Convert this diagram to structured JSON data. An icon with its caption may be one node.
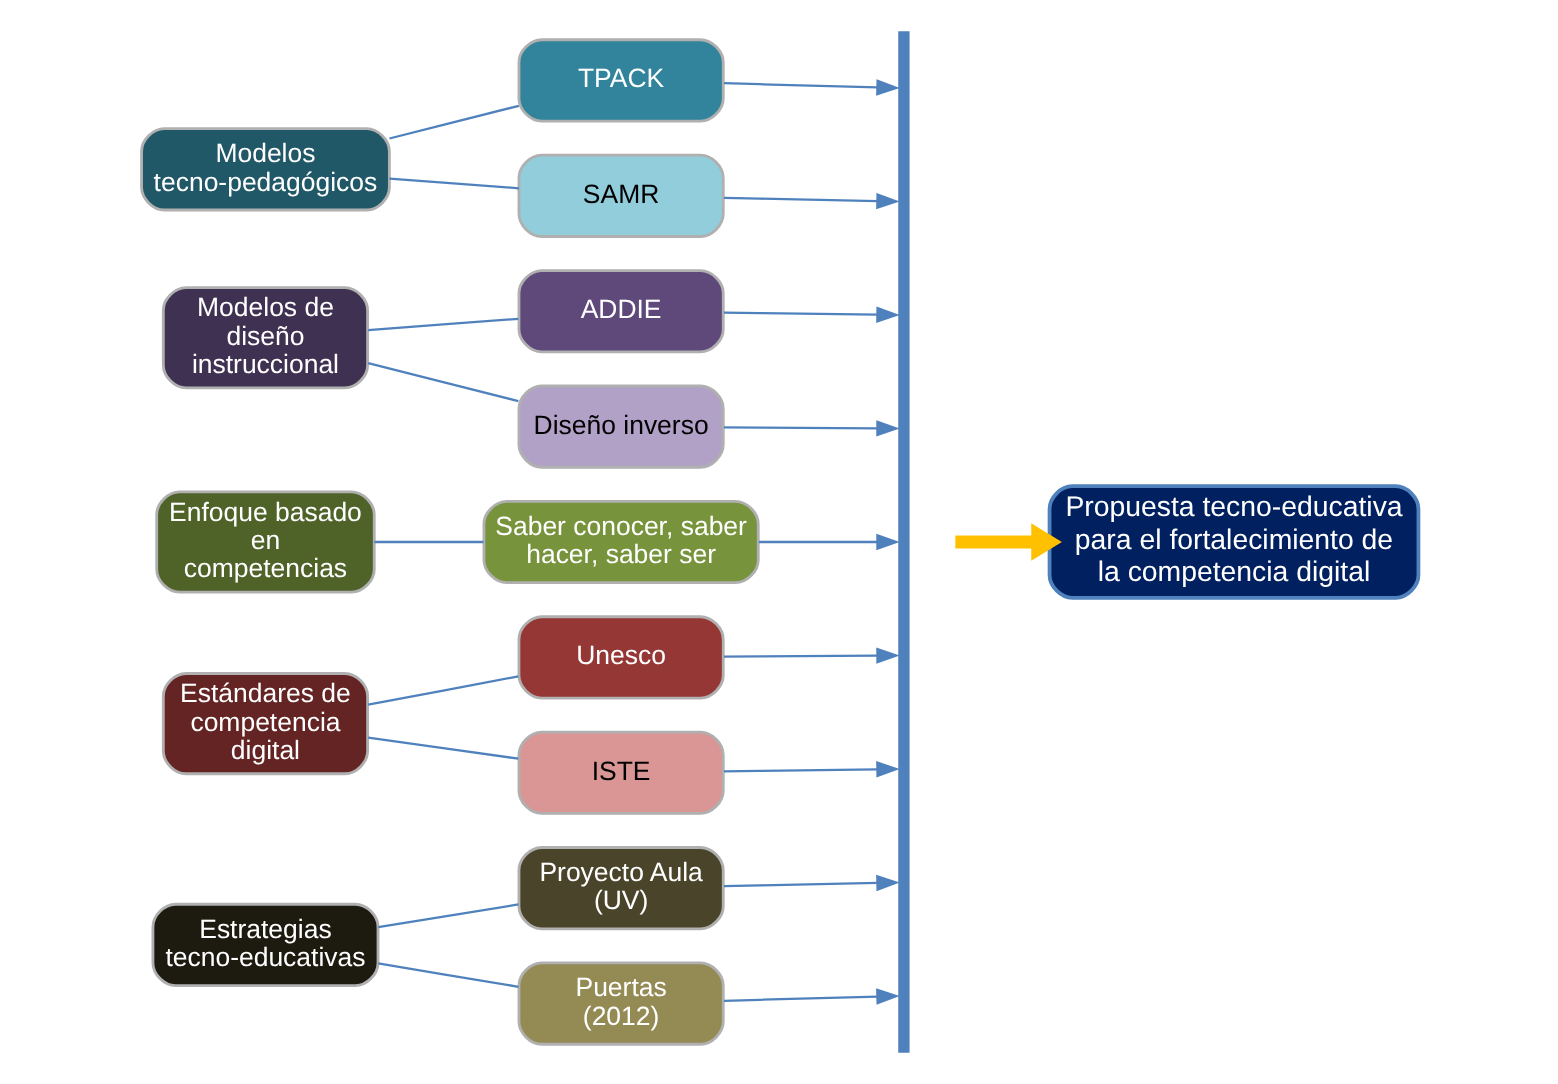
{
  "diagram": {
    "nodes": [
      {
        "text": [
          "Modelos tecno-pedagógicos"
        ]
      },
      {
        "text": [
          "TPACK"
        ]
      },
      {
        "text": [
          "SAMR"
        ]
      },
      {
        "text": [
          "Modelos de diseño instruccional"
        ]
      },
      {
        "text": [
          "ADDIE"
        ]
      },
      {
        "text": [
          "Diseño inverso"
        ]
      },
      {
        "text": [
          "Enfoque basado en competencias"
        ]
      },
      {
        "text": [
          "Saber conocer, saber hacer, saber ser"
        ]
      },
      {
        "text": [
          "Estándares de competencia digital"
        ]
      },
      {
        "text": [
          "Unesco"
        ]
      },
      {
        "text": [
          "ISTE"
        ]
      },
      {
        "text": [
          "Estrategias tecno-educativas"
        ]
      },
      {
        "text": [
          "Proyecto Aula (UV)"
        ]
      },
      {
        "text": [
          "Puertas (2012)"
        ]
      },
      {
        "text": [],
        "shape": "bar"
      },
      {
        "text": [
          "Propuesta tecno-educativa para el fortalecimiento de la competencia digital"
        ]
      }
    ],
    "edges": [
      {
        "from": 0,
        "to": 1,
        "arrow": "none"
      },
      {
        "from": 0,
        "to": 2,
        "arrow": "none"
      },
      {
        "from": 3,
        "to": 4,
        "arrow": "none"
      },
      {
        "from": 3,
        "to": 5,
        "arrow": "none"
      },
      {
        "from": 6,
        "to": 7,
        "arrow": "none"
      },
      {
        "from": 8,
        "to": 9,
        "arrow": "none"
      },
      {
        "from": 8,
        "to": 10,
        "arrow": "none"
      },
      {
        "from": 11,
        "to": 12,
        "arrow": "none"
      },
      {
        "from": 11,
        "to": 13,
        "arrow": "none"
      },
      {
        "from": 1,
        "to": 14,
        "arrow": "to"
      },
      {
        "from": 2,
        "to": 14,
        "arrow": "to"
      },
      {
        "from": 4,
        "to": 14,
        "arrow": "to"
      },
      {
        "from": 5,
        "to": 14,
        "arrow": "to"
      },
      {
        "from": 7,
        "to": 14,
        "arrow": "to"
      },
      {
        "from": 9,
        "to": 14,
        "arrow": "to"
      },
      {
        "from": 10,
        "to": 14,
        "arrow": "to"
      },
      {
        "from": 12,
        "to": 14,
        "arrow": "to"
      },
      {
        "from": 13,
        "to": 14,
        "arrow": "to"
      },
      {
        "from": 14,
        "to": 15,
        "arrow": "to",
        "style": "thick",
        "color": "#ffc000"
      }
    ]
  }
}
